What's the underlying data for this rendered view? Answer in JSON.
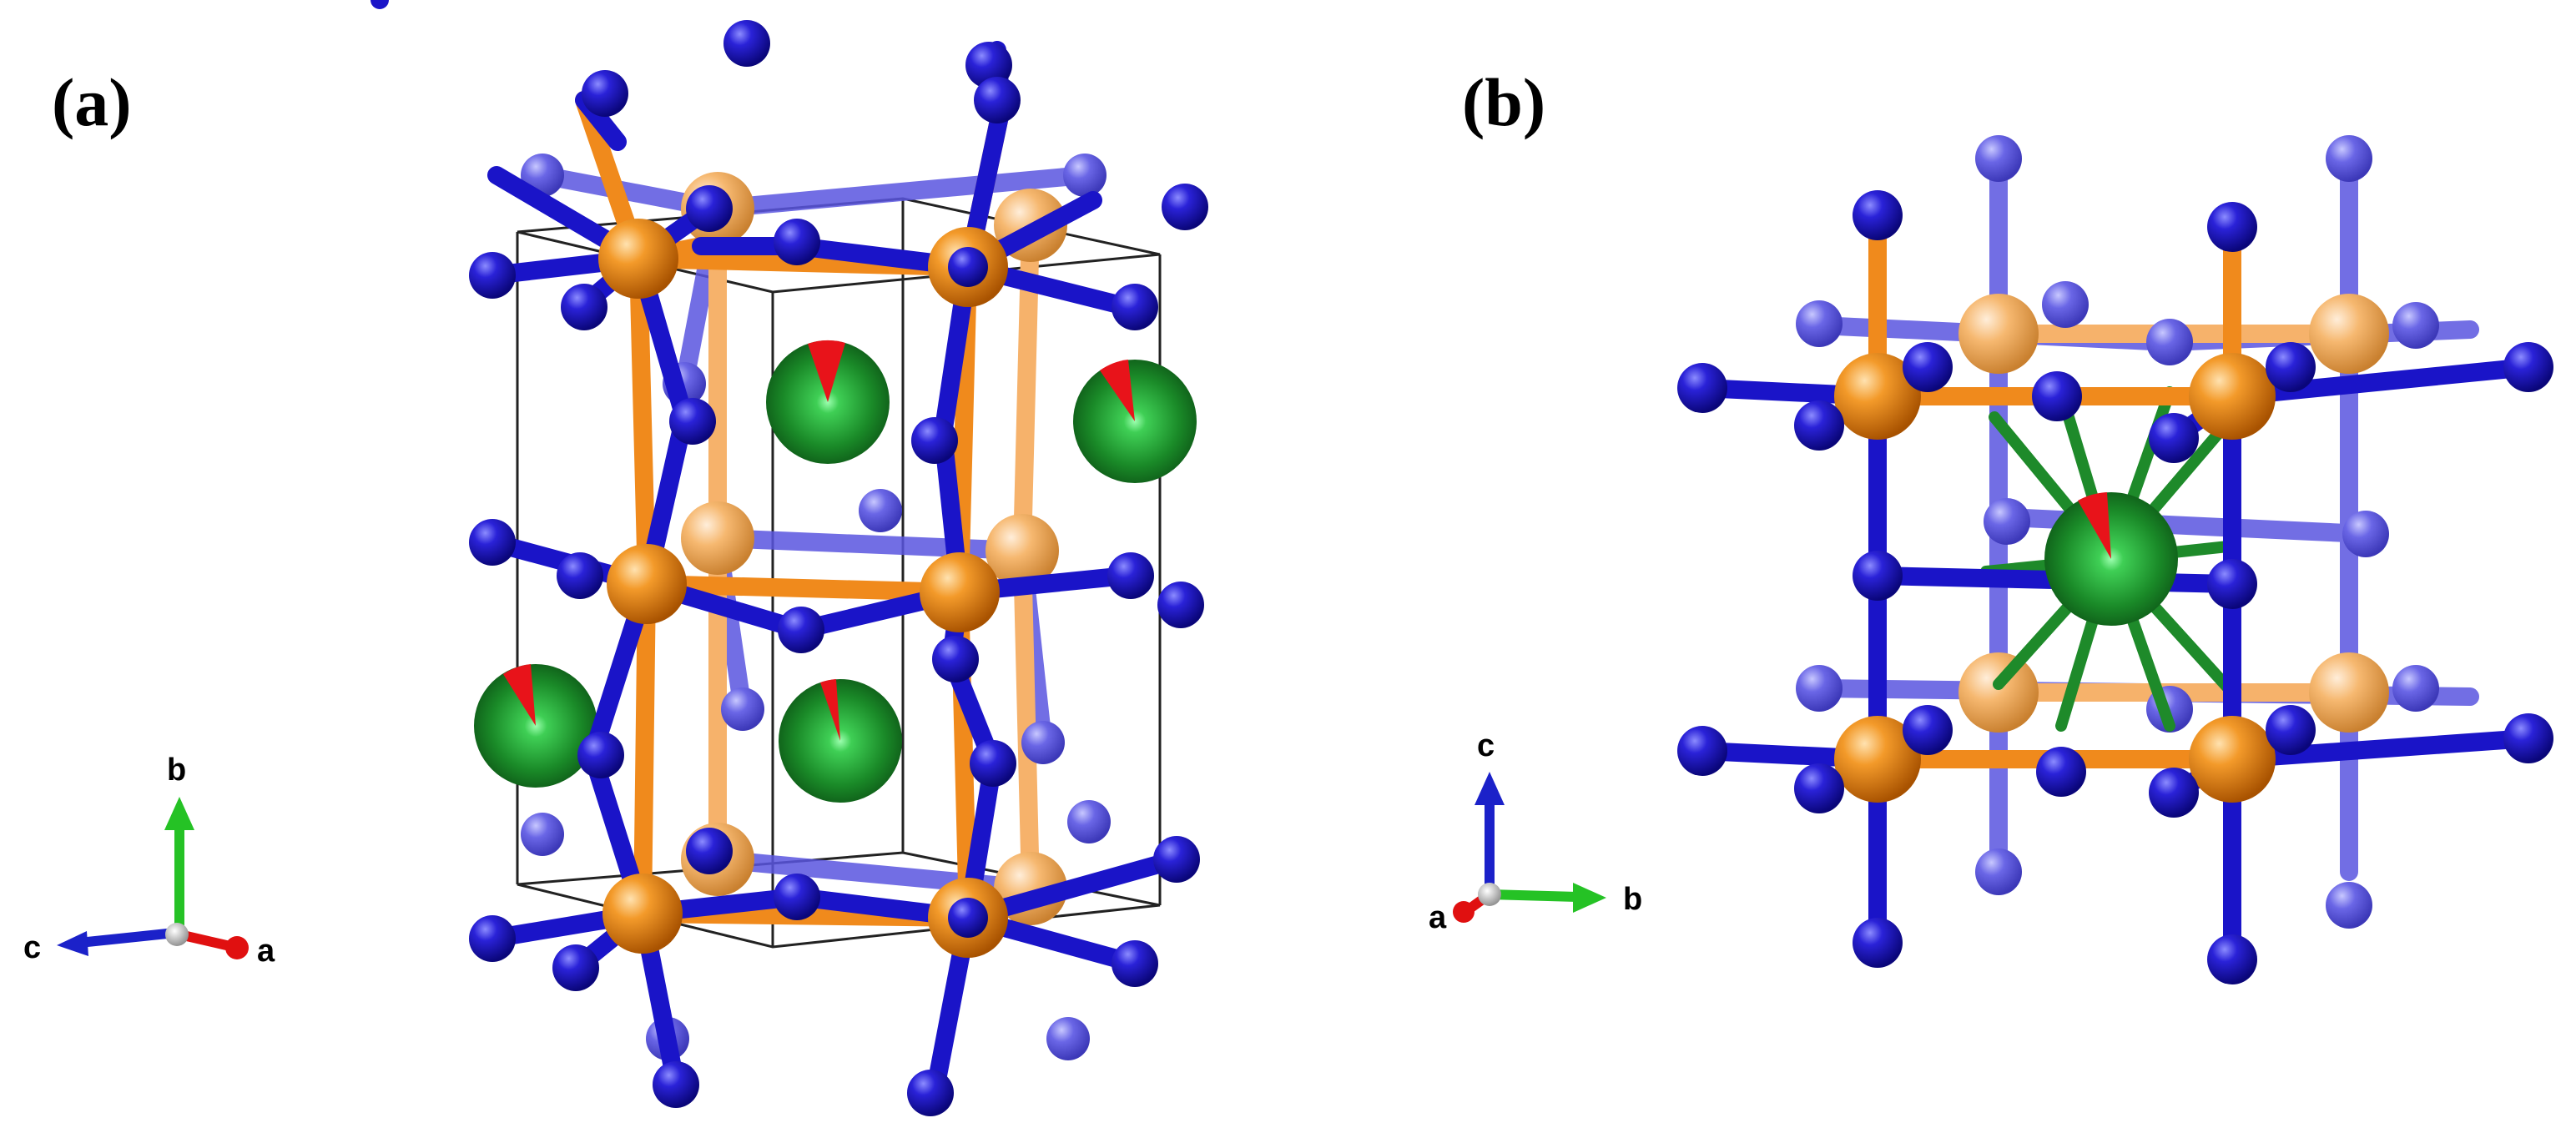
{
  "panels": [
    {
      "label": "(a)",
      "axes": {
        "up": "b",
        "left": "c",
        "right": "a"
      }
    },
    {
      "label": "(b)",
      "axes": {
        "up": "c",
        "right": "b",
        "left": "a"
      }
    }
  ],
  "colors": {
    "background": "#ffffff",
    "metal_atom": "#f08a1c",
    "metal_atom_far": "#f6b26b",
    "anion_atom": "#1a14c8",
    "anion_atom_far": "#5a55e0",
    "cation_atom": "#1e8a2a",
    "occupancy_wedge": "#e8131a",
    "unit_cell_edge": "#222222",
    "axis_up": "#25c225",
    "axis_horizontal_a": "#1b21c9",
    "axis_horizontal_b": "#25c225",
    "axis_origin": "#c8c8c8",
    "axis_red": "#e01010"
  }
}
